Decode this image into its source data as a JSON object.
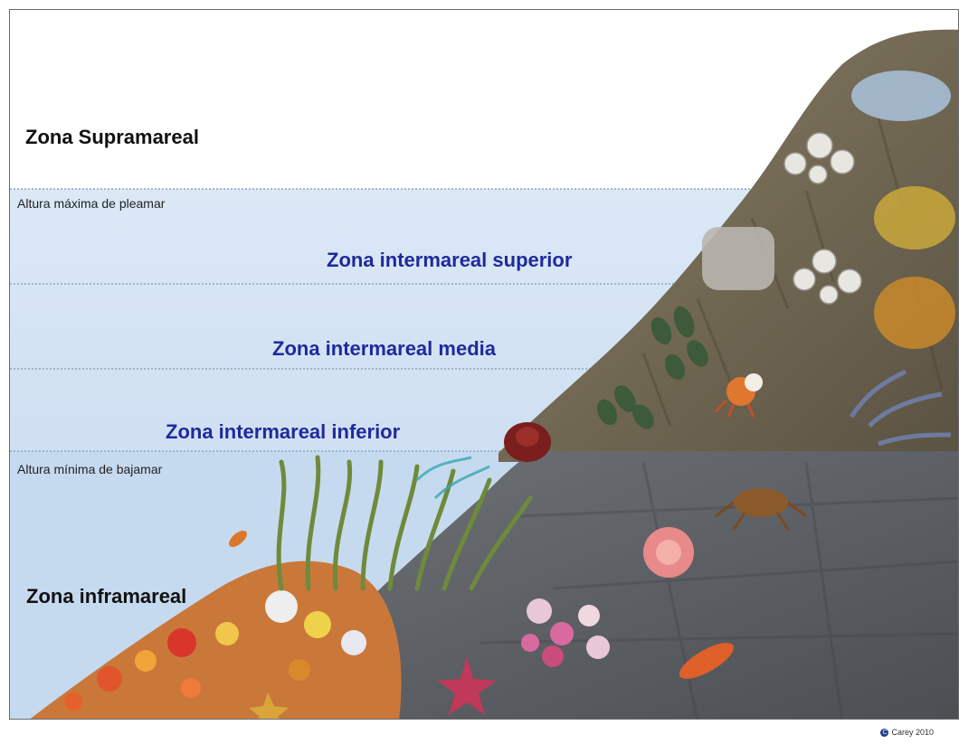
{
  "zones": {
    "supratidal": "Zona Supramareal",
    "upper_intertidal": "Zona intermareal superior",
    "middle_intertidal": "Zona intermareal media",
    "lower_intertidal": "Zona intermareal inferior",
    "subtidal": "Zona inframareal"
  },
  "lines": {
    "high_tide": "Altura máxima de pleamar",
    "low_tide": "Altura mínima de bajamar"
  },
  "copyright": "Carey 2010",
  "icons": [
    "barnacle-icon",
    "mussel-icon",
    "hermit-crab-icon",
    "snail-icon",
    "crab-icon",
    "sea-anemone-icon",
    "starfish-icon",
    "seaweed-icon",
    "fish-icon",
    "coral-icon",
    "nudibranch-icon"
  ],
  "colors": {
    "water": "#cfe0f3",
    "zone_label_blue": "#1f2a9c",
    "rock_upper": "#6e6450",
    "rock_lower": "#5c5f63"
  }
}
